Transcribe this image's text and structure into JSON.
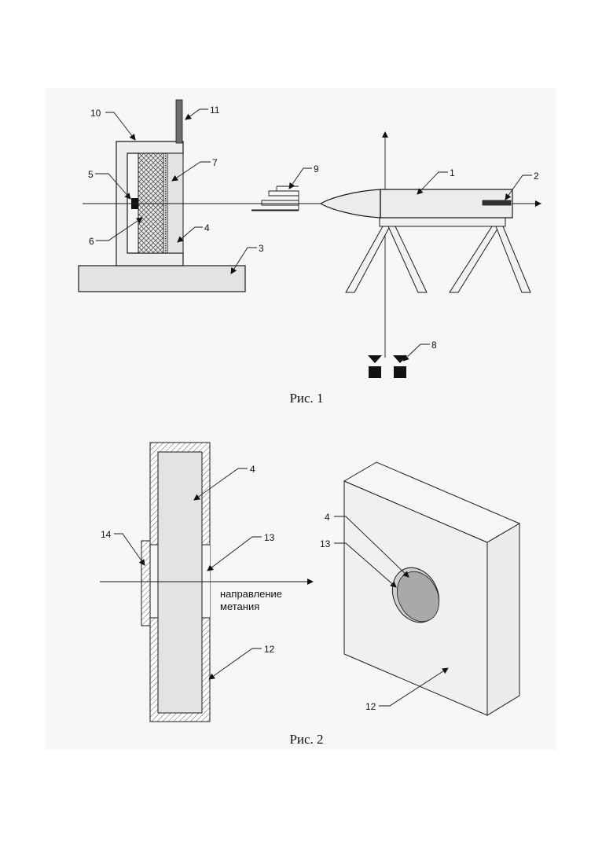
{
  "figures": {
    "fig1": {
      "caption": "Рис. 1",
      "labels": {
        "n1": "1",
        "n2": "2",
        "n3": "3",
        "n4": "4",
        "n5": "5",
        "n6": "6",
        "n7": "7",
        "n8": "8",
        "n9": "9",
        "n10": "10",
        "n11": "11"
      }
    },
    "fig2": {
      "caption": "Рис. 2",
      "direction_line1": "направление",
      "direction_line2": "метания",
      "labels": {
        "n4a": "4",
        "n13a": "13",
        "n14": "14",
        "n12a": "12",
        "n4b": "4",
        "n13b": "13",
        "n12b": "12"
      }
    }
  },
  "colors": {
    "sheet": "#f7f7f7",
    "line": "#1a1a1a",
    "fill_light": "#e3e3e3",
    "fill_disc": "#a9a9a9",
    "fill_dark": "#111111",
    "rod": "#6e6e6e"
  }
}
